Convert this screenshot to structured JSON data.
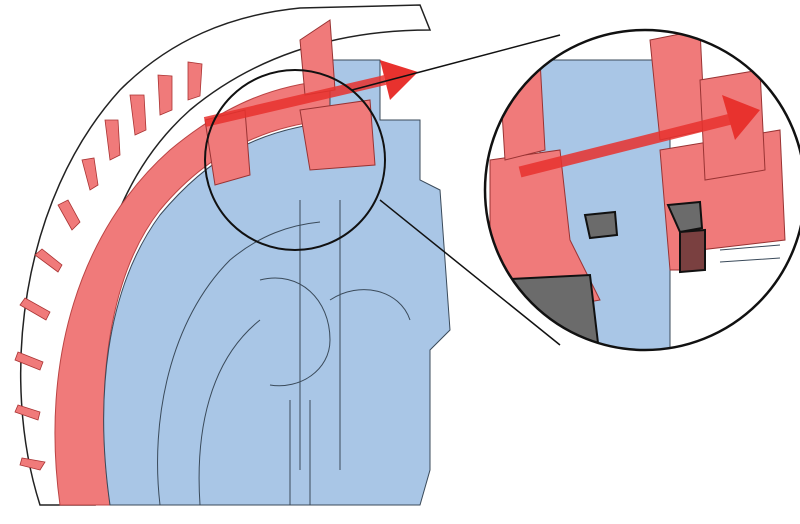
{
  "colors": {
    "background": "#ffffff",
    "rotor_red": "#f07a7a",
    "stator_blue": "#a9c6e6",
    "outline": "#1a1a1a",
    "seal_gray": "#6b6b6b",
    "arrow_red": "#e8322e"
  },
  "icons": [
    "flow-arrow",
    "magnifier-circle",
    "zoom-circle"
  ]
}
